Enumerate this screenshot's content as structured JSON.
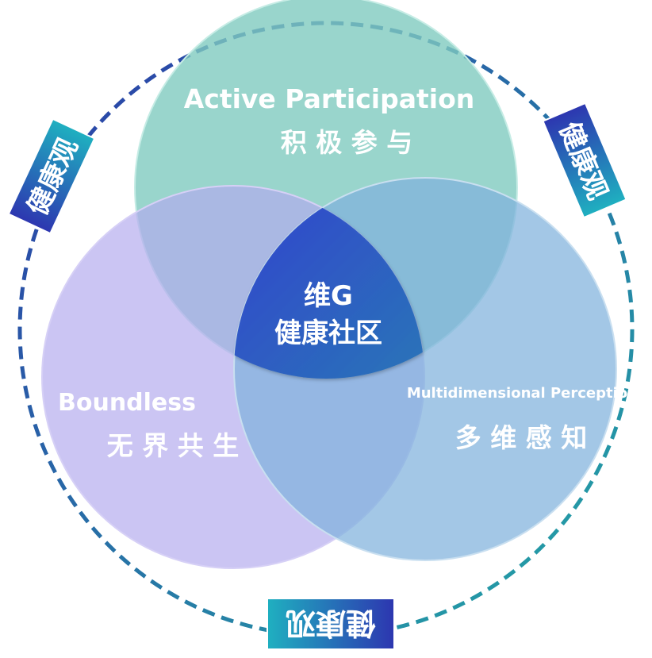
{
  "diagram": {
    "outer_ring": {
      "tags": [
        {
          "text": "健康观"
        },
        {
          "text": "健康观"
        },
        {
          "text": "健康观"
        }
      ]
    },
    "circles": {
      "top": {
        "en": "Active Participation",
        "zh": "积 极 参 与",
        "color": "#7fcbbf"
      },
      "left": {
        "en": "Boundless",
        "zh": "无 界 共 生",
        "color": "#b3a9ee"
      },
      "right": {
        "en": "Multidimensional Perceptio",
        "zh": "多 维 感 知",
        "color": "#7fb2dc"
      }
    },
    "center": {
      "line1": "维G",
      "line2": "健康社区"
    },
    "colors": {
      "ring_start": "#2b3aa8",
      "ring_end": "#23a8a5",
      "tag_start": "#2d36b0",
      "tag_end": "#1fb0c0",
      "center_start": "#2f3dcf",
      "center_end": "#1ea7a0"
    }
  }
}
